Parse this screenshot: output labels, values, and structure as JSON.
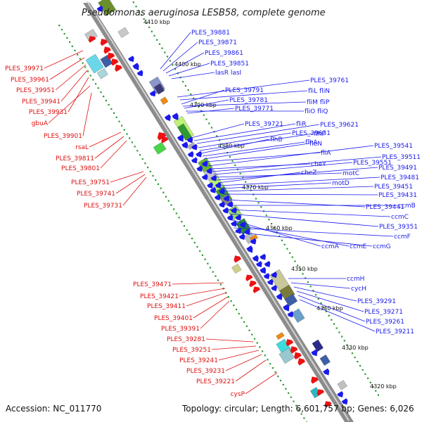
{
  "title": "Pseudomonas aeruginosa LESB58, complete genome",
  "footer": {
    "accession": "Accession: NC_011770",
    "topology": "Topology: circular; Length: 6,601,757 bp; Genes: 6,026"
  },
  "colors": {
    "forward_label": "#1a1aee",
    "reverse_label": "#dd1111",
    "backbone": "#8c8c8c",
    "gc_dots": "#2a9a2a"
  },
  "ticks": [
    "4410 kbp",
    "4400 kbp",
    "4390 kbp",
    "4380 kbp",
    "4370 kbp",
    "4360 kbp",
    "4350 kbp",
    "4340 kbp",
    "4330 kbp",
    "4320 kbp"
  ],
  "blue_labels": [
    "PLES_39881",
    "PLES_39871",
    "PLES_39861",
    "PLES_39851",
    "lasR lasI",
    "PLES_39761",
    "fliL fliN",
    "PLES_39791",
    "fliM fliP",
    "PLES_39781",
    "fliO fliQ",
    "PLES_39771",
    "PLES_39721",
    "fliR",
    "PLES_39621",
    "PLES_39631",
    "flhF",
    "flhB",
    "flhA",
    "fleN",
    "fliA",
    "PLES_39541",
    "cheY",
    "PLES_39511",
    "PLES_39551",
    "motC",
    "PLES_39491",
    "cheZ",
    "PLES_39481",
    "motD",
    "PLES_39451",
    "PLES_39431",
    "PLES_39441",
    "ccmB",
    "ccmC",
    "PLES_39351",
    "ccmA",
    "ccmE",
    "ccmF",
    "ccmG",
    "ccmH",
    "cycH",
    "PLES_39291",
    "PLES_39271",
    "PLES_39261",
    "PLES_39211"
  ],
  "red_labels": [
    "PLES_39971",
    "PLES_39961",
    "PLES_39951",
    "PLES_39941",
    "PLES_39931",
    "gbuA",
    "PLES_39901",
    "rsaL",
    "PLES_39811",
    "PLES_39801",
    "PLES_39751",
    "PLES_39741",
    "PLES_39731",
    "PLES_39471",
    "PLES_39421",
    "PLES_39411",
    "PLES_39401",
    "PLES_39391",
    "PLES_39281",
    "PLES_39251",
    "PLES_39241",
    "PLES_39231",
    "PLES_39221",
    "cysP"
  ]
}
